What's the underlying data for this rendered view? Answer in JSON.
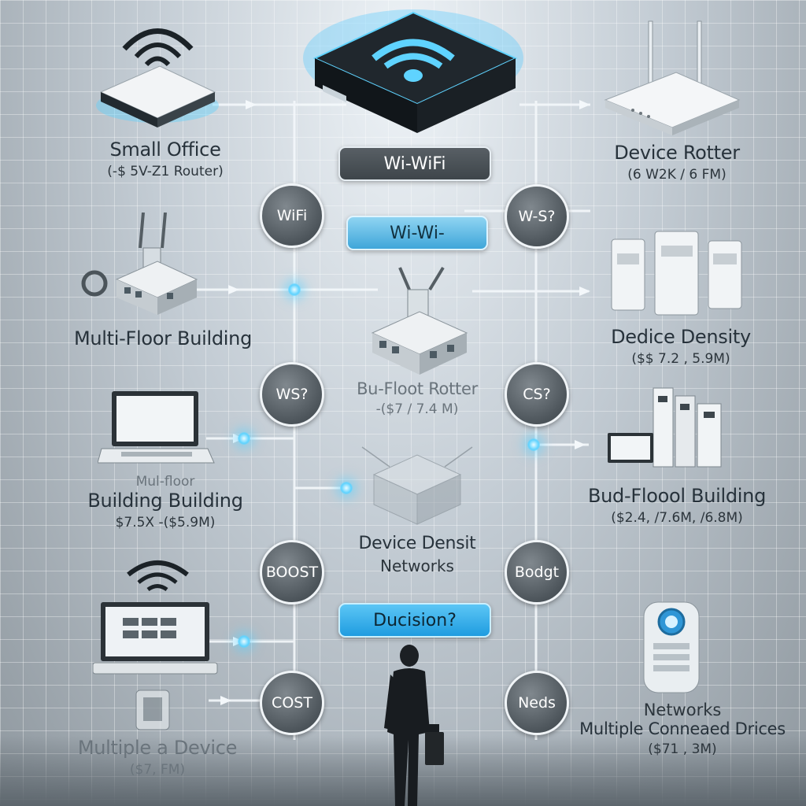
{
  "diagram": {
    "top_pills": {
      "wifi_main": "Wi-WiFi",
      "wifi_sub": "Wi-Wi-",
      "decision": "Ducision?"
    },
    "nodes": {
      "left": [
        "WiFi",
        "WS?",
        "BOOST",
        "COST"
      ],
      "right": [
        "W-S?",
        "CS?",
        "Bodgt",
        "Neds"
      ]
    },
    "left_labels": [
      {
        "title": "Small Office",
        "sub": "(-$ 5V-Z1 Router)"
      },
      {
        "title": "Multi-Floor Building",
        "sub": ""
      },
      {
        "title": "Building Building",
        "sub": "$7.5X -($5.9M)",
        "faint": "Mul-floor"
      },
      {
        "title": "Multiple a Device",
        "sub": "($7, FM)"
      }
    ],
    "right_labels": [
      {
        "title": "Device Rotter",
        "sub": "(6 W2K / 6 FM)"
      },
      {
        "title": "Dedice Density",
        "sub": "($$ 7.2 , 5.9M)"
      },
      {
        "title": "Bud-Floool Building",
        "sub": "($2.4, /7.6M, /6.8M)"
      },
      {
        "title": "Multiple Conneaed Drices",
        "sub": "($71 , 3M)",
        "upper": "Networks"
      }
    ],
    "center_labels": {
      "router": {
        "title": "Bu-Floot Rotter",
        "sub": "-($7 / 7.4 M)"
      },
      "density": {
        "title": "Device Densit",
        "sub": "Networks"
      }
    }
  }
}
